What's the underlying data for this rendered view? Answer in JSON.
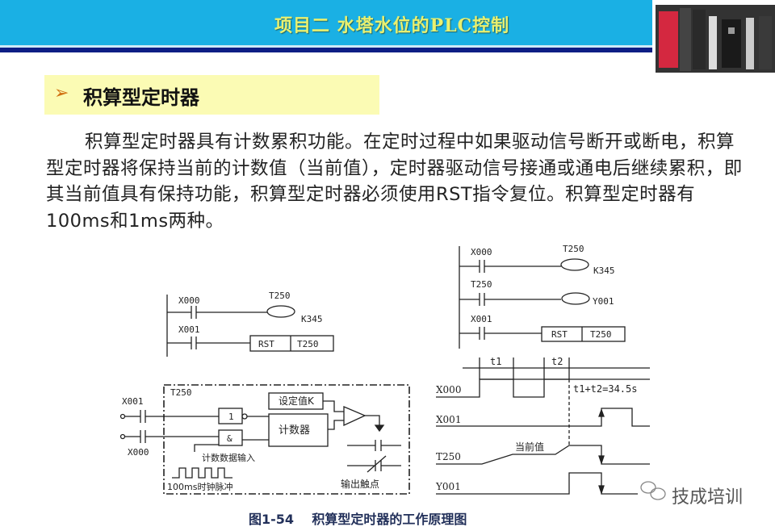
{
  "header": {
    "title": "项目二  水塔水位的PLC控制"
  },
  "section": {
    "title": "积算型定时器"
  },
  "paragraph": "积算型定时器具有计数累积功能。在定时过程中如果驱动信号断开或断电，积算型定时器将保持当前的计数值（当前值），定时器驱动信号接通或通电后继续累积，即其当前值具有保持功能，积算型定时器必须使用RST指令复位。积算型定时器有100ms和1ms两种。",
  "left_ladder": {
    "x000": "X000",
    "t250": "T250",
    "k": "K345",
    "x001": "X001",
    "rst": "RST",
    "rst_target": "T250"
  },
  "block": {
    "t250": "T250",
    "x001": "X001",
    "x000": "X000",
    "not_gate": "1",
    "and_gate": "&",
    "setpoint": "设定值K",
    "counter": "计数器",
    "count_input": "计数数据输入",
    "clock": "100ms时钟脉冲",
    "output": "输出触点"
  },
  "right_ladder": {
    "x000": "X000",
    "t250": "T250",
    "k": "K345",
    "t250c": "T250",
    "y001": "Y001",
    "x001": "X001",
    "rst": "RST",
    "rst_target": "T250"
  },
  "timing": {
    "t1": "t1",
    "t2": "t2",
    "sum": "t1+t2=34.5s",
    "x000": "X000",
    "x001": "X001",
    "t250": "T250",
    "y001": "Y001",
    "current": "当前值"
  },
  "caption": "图1-54    积算型定时器的工作原理图",
  "watermark": "技成培训"
}
